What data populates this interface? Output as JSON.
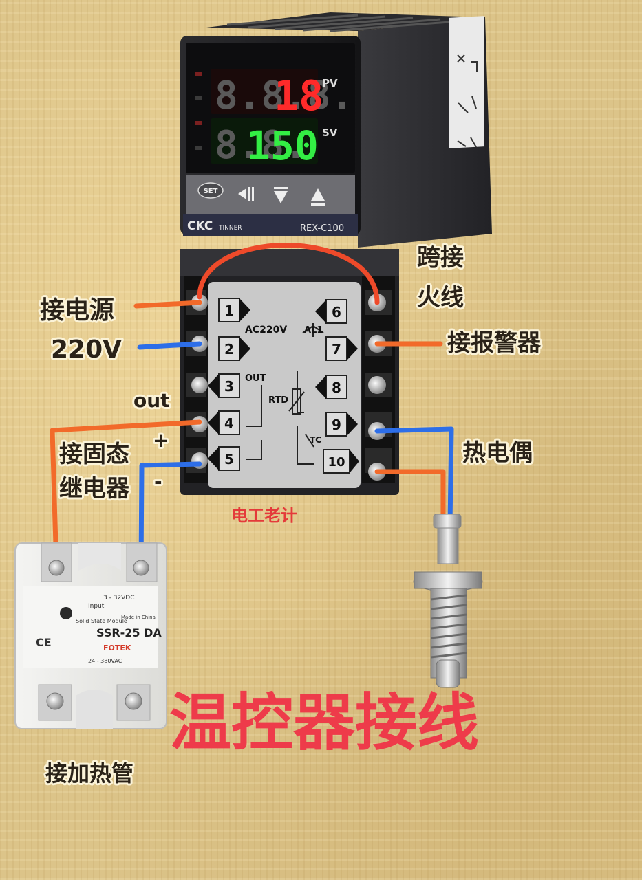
{
  "controller": {
    "pv_label": "PV",
    "sv_label": "SV",
    "pv_dim": "8.8.8.",
    "pv_value": "18",
    "sv_dim": "8.8.",
    "sv_value": "150",
    "brand": "CKC",
    "brand_sub": "TINNER",
    "model": "REX-C100",
    "set_button": "SET"
  },
  "terminals": {
    "numbers": [
      "1",
      "2",
      "3",
      "4",
      "5",
      "6",
      "7",
      "8",
      "9",
      "10"
    ],
    "ac_label": "AC220V",
    "out_label": "OUT",
    "alarm_label": "AL1",
    "rtd_label": "RTD",
    "tc_label": "TC"
  },
  "labels": {
    "power": "接电源",
    "voltage": "220V",
    "jumper_line1": "跨接",
    "jumper_line2": "火线",
    "alarm": "接报警器",
    "out": "out",
    "plus": "+",
    "minus": "-",
    "ssr_line1": "接固态",
    "ssr_line2": "继电器",
    "thermocouple": "热电偶",
    "watermark": "电工老计",
    "title": "温控器接线",
    "heater": "接加热管"
  },
  "ssr": {
    "model": "SSR-25 DA",
    "sub": "Solid State Module",
    "input": "Input",
    "dc_range": "3 - 32VDC",
    "ac_range": "24 - 380VAC",
    "made": "Made in China",
    "brand": "FOTEK",
    "ce": "CE"
  },
  "colors": {
    "live_wire": "#f26a2a",
    "neutral_wire": "#2d6ee8",
    "jumper_wire": "#ee4a2a",
    "title": "#ee3b4a",
    "watermark": "#e43a3a"
  }
}
